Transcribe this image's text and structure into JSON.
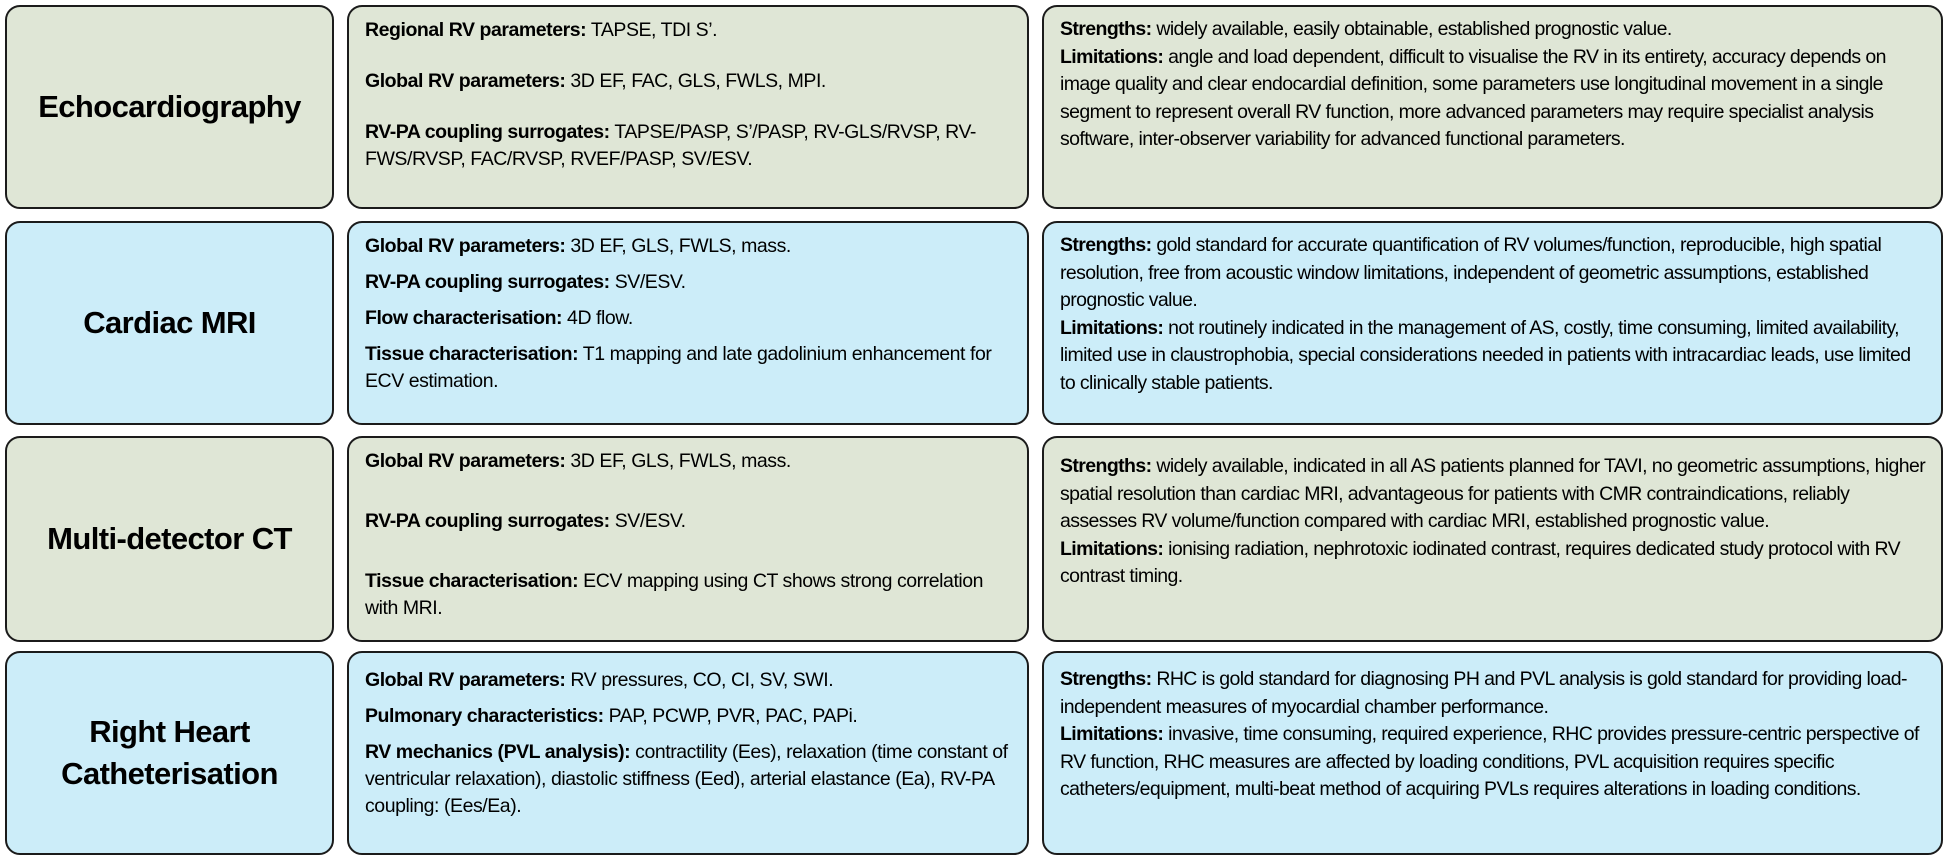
{
  "colors": {
    "green_fill": "#dfe6d6",
    "blue_fill": "#ccedf9",
    "border": "#1b1b1b"
  },
  "rows": [
    {
      "modality": "Echocardiography",
      "theme": "green",
      "parameters": [
        {
          "key": "Regional RV parameters:",
          "value": " TAPSE, TDI S’."
        },
        {
          "key": "Global RV parameters:",
          "value": " 3D EF, FAC, GLS, FWLS, MPI."
        },
        {
          "key": "RV-PA coupling surrogates:",
          "value": " TAPSE/PASP, S’/PASP, RV-GLS/RVSP, RV-FWS/RVSP, FAC/RVSP, RVEF/PASP, SV/ESV."
        }
      ],
      "strengths": {
        "key": "Strengths:",
        "value": " widely available, easily obtainable, established prognostic value."
      },
      "limitations": {
        "key": "Limitations:",
        "value": " angle and load dependent, difficult to visualise the RV in its entirety, accuracy depends on image quality and clear endocardial definition, some parameters use longitudinal movement in a single segment to represent overall RV function, more advanced parameters may require specialist analysis software, inter-observer variability for advanced functional parameters."
      }
    },
    {
      "modality": "Cardiac MRI",
      "theme": "blue",
      "parameters": [
        {
          "key": "Global RV parameters:",
          "value": " 3D EF, GLS, FWLS, mass."
        },
        {
          "key": "RV-PA coupling surrogates:",
          "value": " SV/ESV."
        },
        {
          "key": "Flow characterisation:",
          "value": " 4D flow."
        },
        {
          "key": "Tissue characterisation:",
          "value": " T1 mapping and late gadolinium enhancement for ECV estimation."
        }
      ],
      "strengths": {
        "key": "Strengths:",
        "value": " gold standard for accurate quantification of RV volumes/function, reproducible, high spatial resolution, free from acoustic window limitations, independent of geometric assumptions, established prognostic value."
      },
      "limitations": {
        "key": "Limitations:",
        "value": " not routinely indicated in the management of AS, costly, time consuming, limited availability, limited use in claustrophobia, special considerations needed in patients with intracardiac leads, use limited to clinically stable patients."
      }
    },
    {
      "modality": "Multi-detector CT",
      "theme": "green",
      "parameters": [
        {
          "key": "Global RV parameters:",
          "value": " 3D EF, GLS, FWLS, mass."
        },
        {
          "key": "RV-PA coupling surrogates:",
          "value": " SV/ESV."
        },
        {
          "key": "Tissue characterisation:",
          "value": " ECV mapping using CT shows strong correlation with MRI."
        }
      ],
      "strengths": {
        "key": "Strengths:",
        "value": " widely available, indicated in all AS patients planned for TAVI, no geometric assumptions, higher spatial resolution than cardiac MRI, advantageous for patients with CMR contraindications, reliably assesses RV volume/function compared with cardiac MRI, established prognostic value."
      },
      "limitations": {
        "key": "Limitations:",
        "value": " ionising radiation, nephrotoxic iodinated contrast, requires dedicated study protocol with RV contrast timing."
      }
    },
    {
      "modality_line1": "Right Heart",
      "modality_line2": "Catheterisation",
      "theme": "blue",
      "parameters": [
        {
          "key": "Global RV parameters:",
          "value": " RV pressures, CO, CI, SV, SWI."
        },
        {
          "key": "Pulmonary characteristics:",
          "value": " PAP, PCWP, PVR, PAC, PAPi."
        },
        {
          "key": "RV mechanics (PVL analysis):",
          "value": " contractility (Ees), relaxation (time constant of ventricular relaxation), diastolic stiffness (Eed), arterial elastance (Ea), RV-PA coupling: (Ees/Ea)."
        }
      ],
      "strengths": {
        "key": "Strengths:",
        "value": " RHC is gold standard for diagnosing PH and PVL analysis is gold standard for providing load-independent measures of myocardial chamber performance."
      },
      "limitations": {
        "key": "Limitations:",
        "value": " invasive, time consuming, required experience, RHC provides pressure-centric perspective of RV function, RHC measures are affected by loading conditions, PVL acquisition requires specific catheters/equipment, multi-beat method of acquiring PVLs requires alterations in loading conditions."
      }
    }
  ]
}
